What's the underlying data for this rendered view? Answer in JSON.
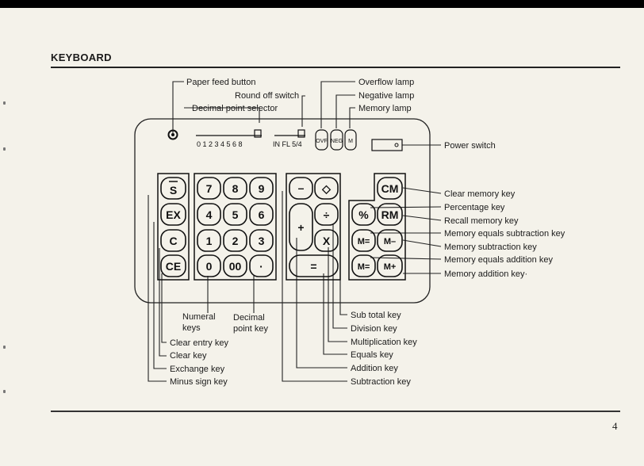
{
  "section_title": "KEYBOARD",
  "page_number": "4",
  "panel": {
    "decimal_scale": "0 1 2 3 4 5 6 8",
    "round_scale": "IN FL 5/4",
    "lamps": [
      "OVF",
      "NEG",
      "M"
    ],
    "keys": {
      "left_column": [
        "S",
        "EX",
        "C",
        "CE"
      ],
      "numeric": [
        "7",
        "8",
        "9",
        "4",
        "5",
        "6",
        "1",
        "2",
        "3",
        "0",
        "00",
        "·"
      ],
      "operations": [
        "–",
        "◇",
        "+",
        "÷",
        "X",
        "="
      ],
      "memory": [
        "CM",
        "%",
        "RM",
        "M=",
        "M–",
        "M=",
        "M+"
      ]
    }
  },
  "labels_top": {
    "paper_feed": "Paper feed button",
    "round_off": "Round off switch",
    "decimal_point": "Decimal point selector",
    "overflow": "Overflow lamp",
    "negative": "Negative lamp",
    "memory_lamp": "Memory lamp"
  },
  "labels_right": {
    "power": "Power switch",
    "clear_memory": "Clear memory key",
    "percentage": "Percentage key",
    "recall_memory": "Recall memory key",
    "memory_equals_subtraction": "Memory equals subtraction key",
    "memory_subtraction": "Memory subtraction key",
    "memory_equals_addition": "Memory equals addition key",
    "memory_addition": "Memory addition key·"
  },
  "labels_bottom_left": {
    "numeral_keys_1": "Numeral",
    "numeral_keys_2": "keys",
    "decimal_point_key_1": "Decimal",
    "decimal_point_key_2": "point key",
    "clear_entry": "Clear entry key",
    "clear": "Clear key",
    "exchange": "Exchange key",
    "minus_sign": "Minus sign key"
  },
  "labels_bottom_right": {
    "sub_total": "Sub total key",
    "division": "Division key",
    "multiplication": "Multiplication key",
    "equals": "Equals key",
    "addition": "Addition key",
    "subtraction": "Subtraction key"
  }
}
